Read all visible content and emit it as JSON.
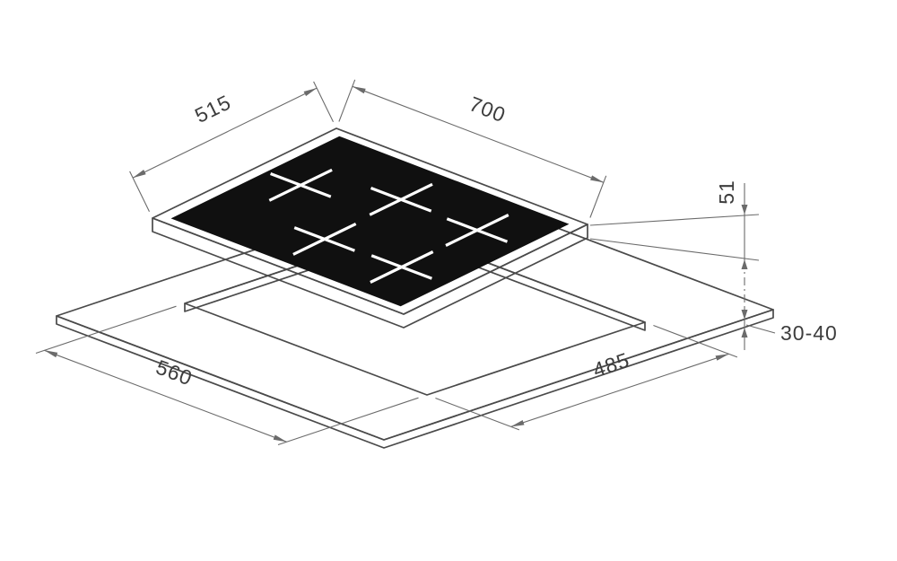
{
  "dimensions": {
    "hob_depth_mm": "515",
    "hob_width_mm": "700",
    "hob_height_mm": "51",
    "worktop_thickness_mm": "30-40",
    "cutout_width_mm": "560",
    "cutout_depth_mm": "485"
  },
  "colors": {
    "background": "#ffffff",
    "line": "#4a4a4a",
    "dimension_line": "#6b6b6b",
    "glass": "#101010",
    "worktop": "#d9d9d9",
    "cutout_wall": "#c9c9c9",
    "burner_mark": "#ffffff"
  }
}
